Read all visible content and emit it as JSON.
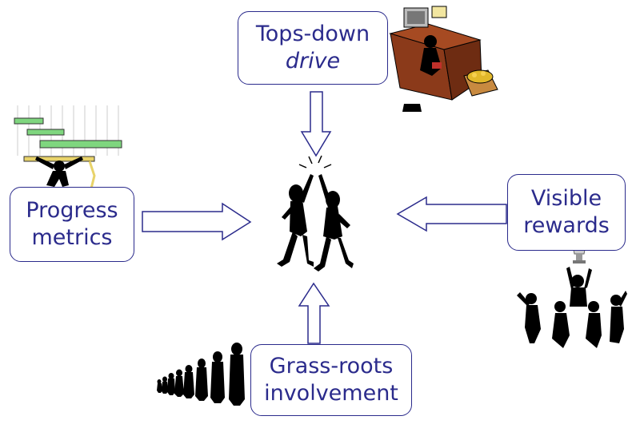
{
  "boxes": {
    "top": {
      "line1": "Tops-down",
      "line2": "drive"
    },
    "left": {
      "line1": "Progress",
      "line2": "metrics"
    },
    "right": {
      "line1": "Visible",
      "line2": "rewards"
    },
    "bottom": {
      "line1": "Grass-roots",
      "line2": "involvement"
    }
  },
  "colors": {
    "text": "#2b2b8c",
    "arrow_stroke": "#2b2b8c",
    "silhouette": "#000000",
    "desk": "#8b3a1a",
    "treasure": "#c8a020",
    "gantt_bar": "#7fd67f"
  },
  "icons": [
    "desk-with-computer-and-treasure-icon",
    "gantt-chart-with-person-icon",
    "high-five-figures-icon",
    "cheering-crowd-with-trophy-icon",
    "line-of-people-icon"
  ]
}
